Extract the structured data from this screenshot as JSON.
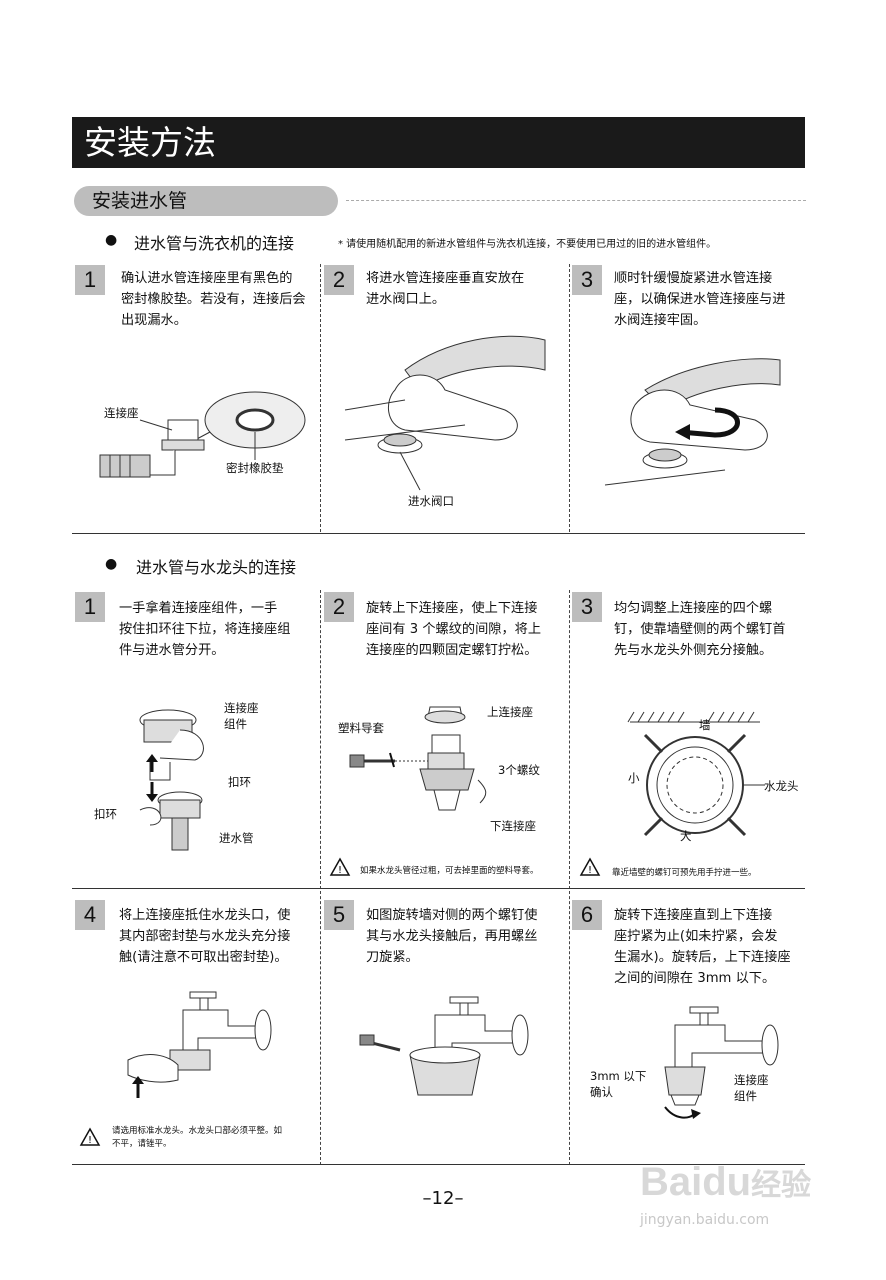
{
  "header": {
    "title": "安装方法"
  },
  "section": {
    "title": "安装进水管"
  },
  "part1": {
    "heading": "进水管与洗衣机的连接",
    "note": "* 请使用随机配用的新进水管组件与洗衣机连接，不要使用已用过的旧的进水管组件。",
    "steps": [
      {
        "num": "1",
        "lines": [
          "确认进水管连接座里有黑色的",
          "密封橡胶垫。若没有，连接后会",
          "出现漏水。"
        ]
      },
      {
        "num": "2",
        "lines": [
          "将进水管连接座垂直安放在",
          "进水阀口上。"
        ]
      },
      {
        "num": "3",
        "lines": [
          "顺时针缓慢旋紧进水管连接",
          "座，以确保进水管连接座与进",
          "水阀连接牢固。"
        ]
      }
    ],
    "labels": {
      "connector": "连接座",
      "seal": "密封橡胶垫",
      "valve": "进水阀口"
    }
  },
  "part2": {
    "heading": "进水管与水龙头的连接",
    "steps": [
      {
        "num": "1",
        "lines": [
          " 一手拿着连接座组件，一手",
          "按住扣环往下拉，将连接座组",
          "件与进水管分开。"
        ]
      },
      {
        "num": "2",
        "lines": [
          "旋转上下连接座，使上下连接",
          "座间有 3 个螺纹的间隙，将上",
          "连接座的四颗固定螺钉拧松。"
        ]
      },
      {
        "num": "3",
        "lines": [
          "均匀调整上连接座的四个螺",
          "钉，使靠墙壁侧的两个螺钉首",
          "先与水龙头外侧充分接触。"
        ]
      },
      {
        "num": "4",
        "lines": [
          "将上连接座抵住水龙头口，使",
          "其内部密封垫与水龙头充分接",
          "触(请注意不可取出密封垫)。"
        ]
      },
      {
        "num": "5",
        "lines": [
          "如图旋转墙对侧的两个螺钉使",
          "其与水龙头接触后，再用螺丝",
          "刀旋紧。"
        ]
      },
      {
        "num": "6",
        "lines": [
          "旋转下连接座直到上下连接",
          "座拧紧为止(如未拧紧，会发",
          "生漏水)。旋转后，上下连接座",
          "之间的间隙在 3mm 以下。"
        ]
      }
    ],
    "labels": {
      "connector_assembly_1": "连接座",
      "connector_assembly_2": "组件",
      "buckle": "扣环",
      "buckle2": "扣环",
      "inlet_pipe": "进水管",
      "plastic_sleeve": "塑料导套",
      "upper_connector": "上连接座",
      "three_threads": "3个螺纹",
      "lower_connector": "下连接座",
      "wall": "墙",
      "faucet": "水龙头",
      "small": "小",
      "large": "大",
      "gap_1": "3mm 以下",
      "gap_2": "确认",
      "assembly_1": "连接座",
      "assembly_2": "组件"
    },
    "cautions": {
      "step2": "如果水龙头管径过粗，可去掉里面的塑料导套。",
      "step3": "靠近墙壁的螺钉可预先用手拧进一些。",
      "step4_line1": "请选用标准水龙头。水龙头口部必须平整。如",
      "step4_line2": "不平，请锉平。"
    }
  },
  "footer": {
    "page": "–12–",
    "watermark_1": "Baidu",
    "watermark_2": "经验",
    "watermark_url": "jingyan.baidu.com"
  }
}
